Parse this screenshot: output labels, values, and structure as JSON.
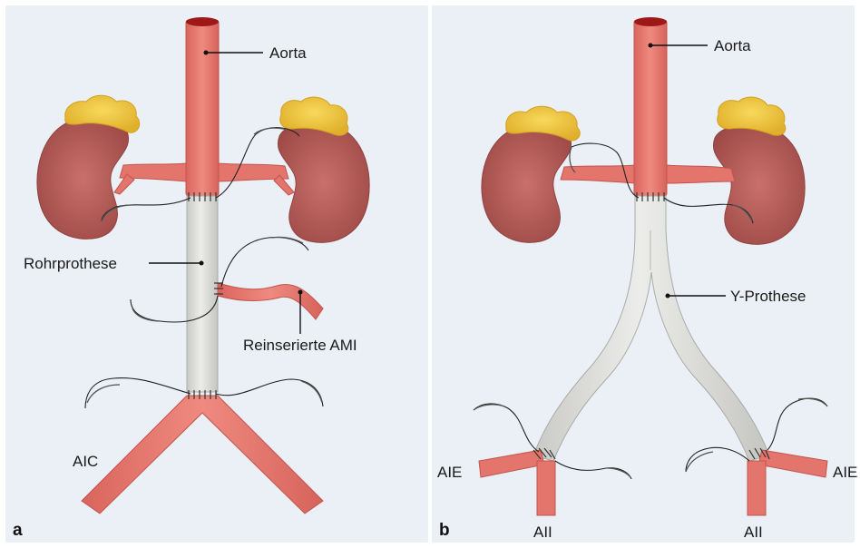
{
  "panels": {
    "a": {
      "letter": "a",
      "labels": {
        "aorta": "Aorta",
        "tube_graft": "Rohrprothese",
        "reinserted_ima": "Reinserierte AMI",
        "common_iliac": "AIC"
      }
    },
    "b": {
      "letter": "b",
      "labels": {
        "aorta": "Aorta",
        "y_graft": "Y-Prothese",
        "external_iliac_left": "AIE",
        "external_iliac_right": "AIE",
        "internal_iliac_left": "AII",
        "internal_iliac_right": "AII"
      }
    }
  },
  "colors": {
    "background": "#ebf0f6",
    "artery": "#e4756c",
    "kidney": "#b65a56",
    "adrenal": "#f3c73f",
    "prosthesis": "#dcdcd8"
  }
}
